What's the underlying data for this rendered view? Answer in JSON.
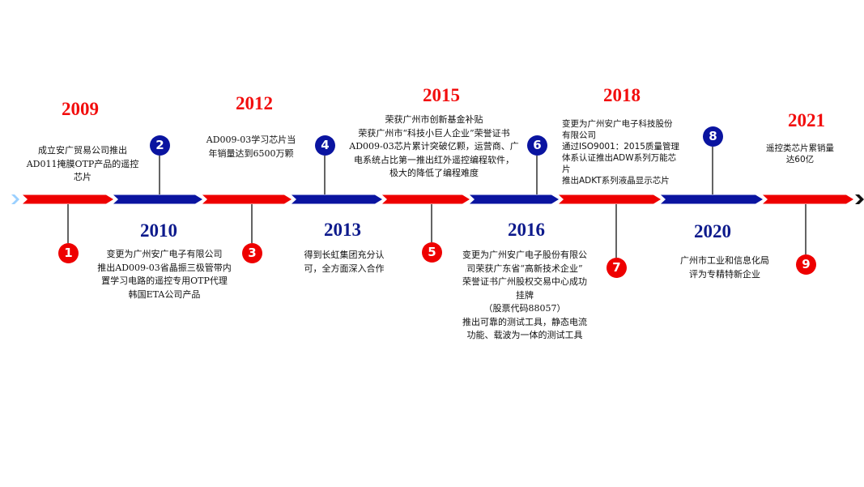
{
  "colors": {
    "red": "#ee0000",
    "blue": "#0a14a0",
    "stem": "#222222"
  },
  "milestones": [
    {
      "number": "1",
      "year": "2009",
      "color": "red",
      "text": "成立安广贸易公司推出\nAD011掩膜OTP产品的遥控\n芯片"
    },
    {
      "number": "2",
      "year": "2010",
      "color": "blue",
      "text": "变更为广州安广电子有限公司\n推出AD009-03省晶振三极管带内\n置学习电路的遥控专用OTP代理\n韩国ETA公司产品"
    },
    {
      "number": "3",
      "year": "2012",
      "color": "red",
      "text": "AD009-03学习芯片当\n年销量达到6500万颗"
    },
    {
      "number": "4",
      "year": "2013",
      "color": "blue",
      "text": "得到长虹集团充分认\n可，全方面深入合作"
    },
    {
      "number": "5",
      "year": "2015",
      "color": "red",
      "text": "荣获广州市创新基金补贴\n荣获广州市“科技小巨人企业”荣誉证书\nAD009-03芯片累计突破亿颗，运营商、广\n电系统占比第一推出红外遥控编程软件，\n极大的降低了编程难度"
    },
    {
      "number": "6",
      "year": "2016",
      "color": "blue",
      "text": "变更为广州安广电子股份有限公\n司荣获广东省“高新技术企业”\n荣誉证书广州股权交易中心成功\n挂牌\n（股票代码88057）\n推出可靠的测试工具，静态电流\n功能、载波为一体的测试工具"
    },
    {
      "number": "7",
      "year": "2018",
      "color": "red",
      "text": "变更为广州安广电子科技股份\n有限公司\n通过ISO9001：2015质量管理\n体系认证推出ADW系列万能芯\n片\n推出ADKT系列液晶显示芯片"
    },
    {
      "number": "8",
      "year": "2020",
      "color": "blue",
      "text": "广州市工业和信息化局\n评为专精特新企业"
    },
    {
      "number": "9",
      "year": "2021",
      "color": "red",
      "text": "遥控类芯片累销量\n达60亿"
    }
  ]
}
